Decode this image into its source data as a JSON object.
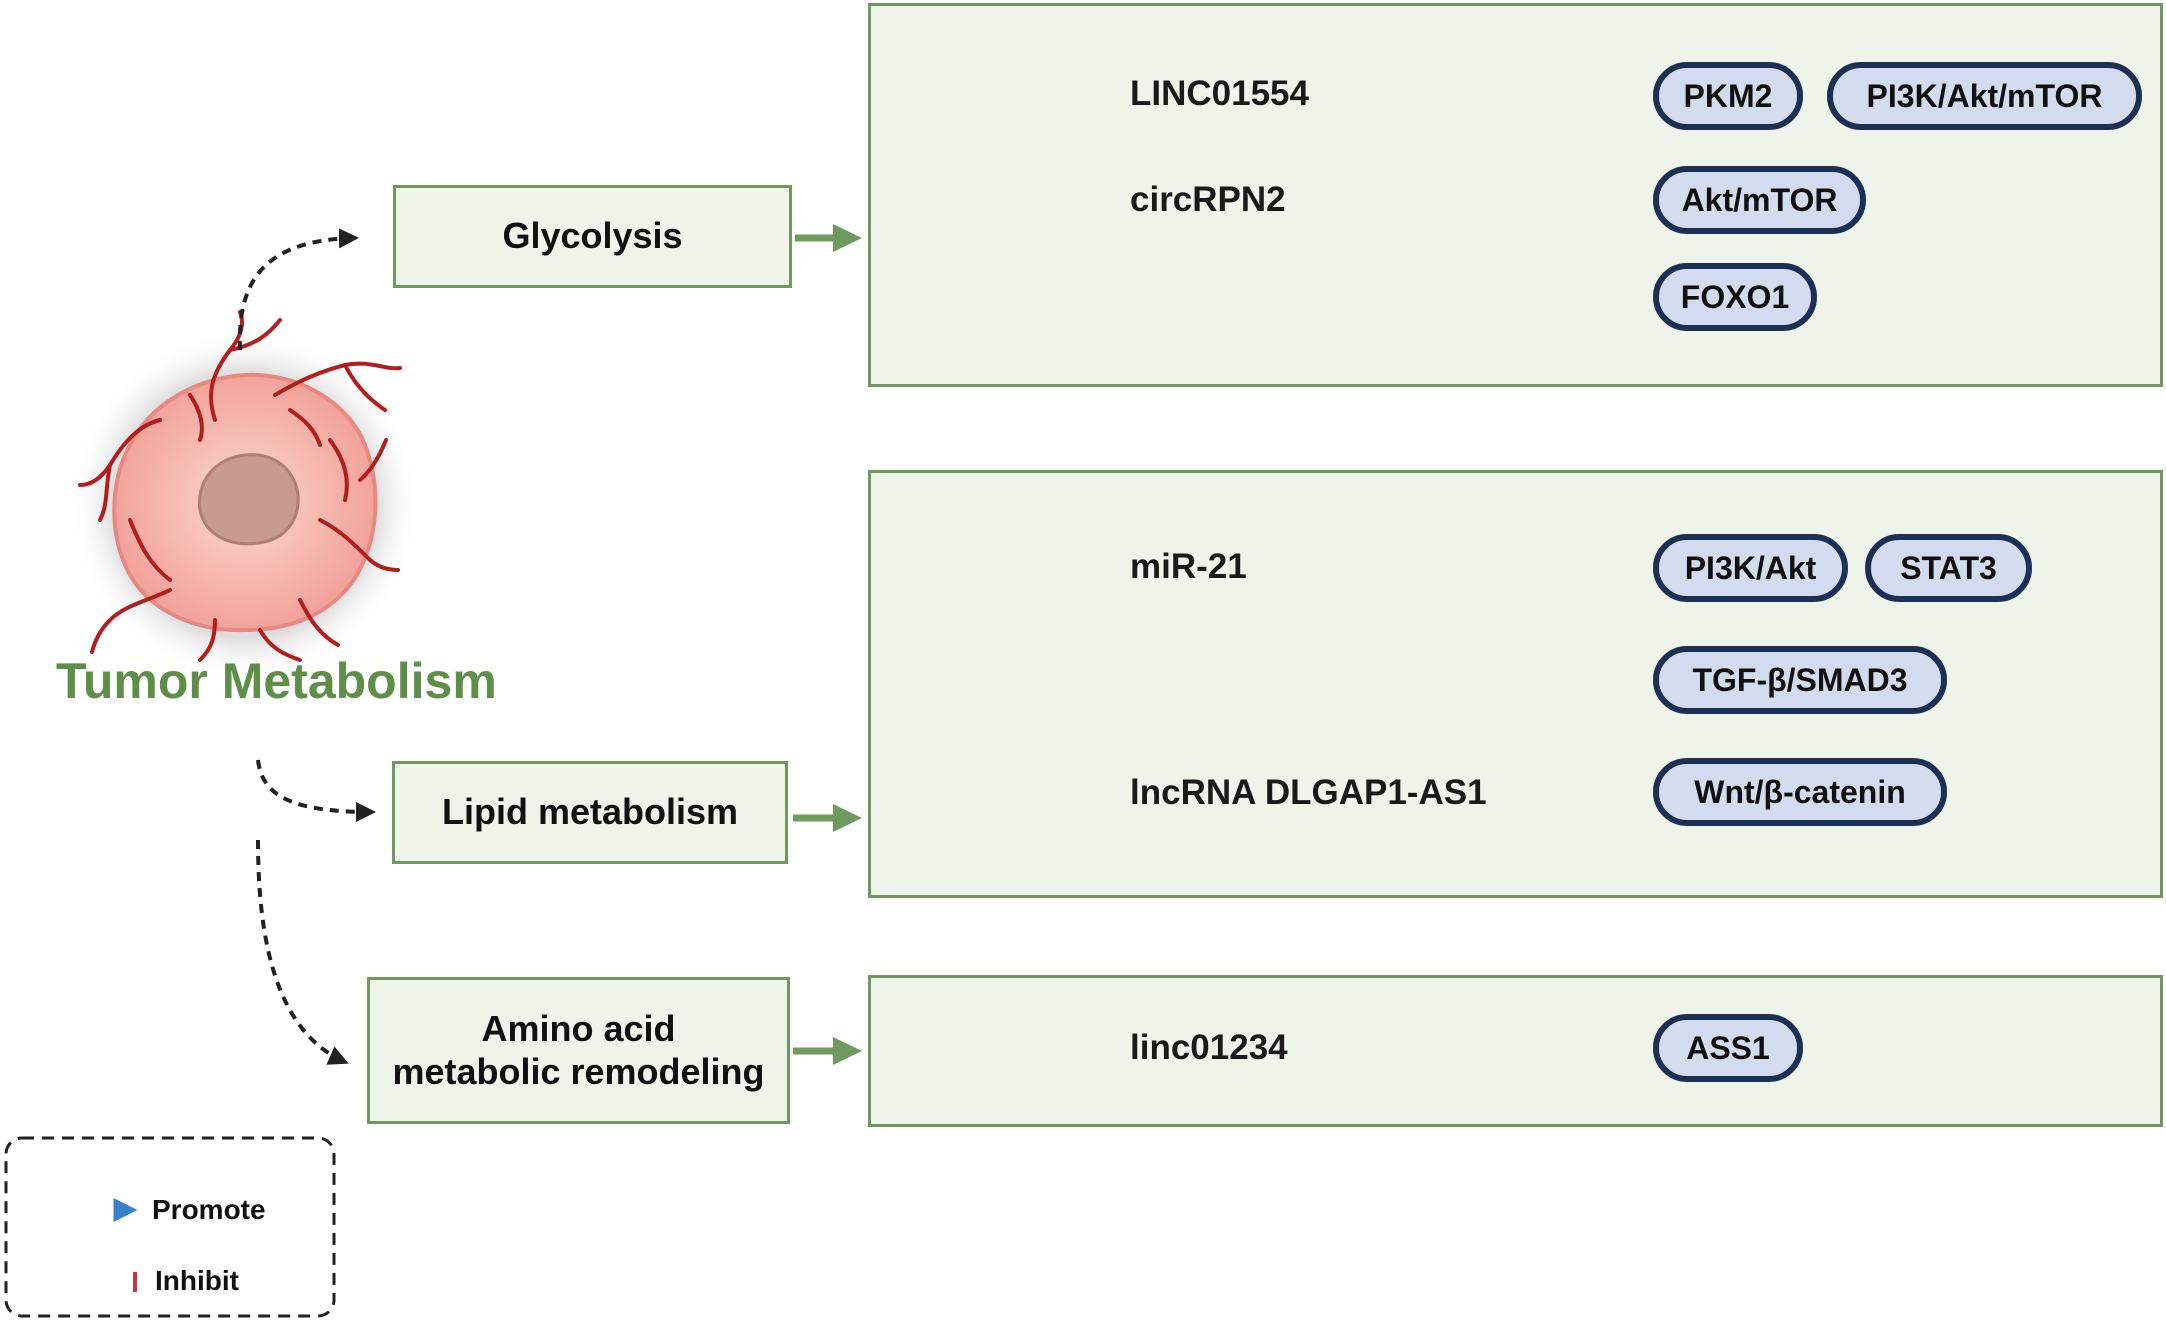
{
  "title": "Tumor Metabolism",
  "categories": {
    "glycolysis": "Glycolysis",
    "lipid": "Lipid metabolism",
    "amino_line1": "Amino acid",
    "amino_line2": "metabolic remodeling"
  },
  "glycolysis_panel": {
    "rnas": [
      "LINC01554",
      "circRPN2"
    ],
    "targets": [
      "PKM2",
      "PI3K/Akt/mTOR",
      "Akt/mTOR",
      "FOXO1"
    ]
  },
  "lipid_panel": {
    "rnas": [
      "miR-21",
      "lncRNA DLGAP1-AS1"
    ],
    "targets": [
      "PI3K/Akt",
      "STAT3",
      "TGF-β/SMAD3",
      "Wnt/β-catenin"
    ]
  },
  "amino_panel": {
    "rnas": [
      "linc01234"
    ],
    "targets": [
      "ASS1"
    ]
  },
  "legend": {
    "promote": "Promote",
    "inhibit": "Inhibit"
  },
  "colors": {
    "promote": "#3a7fc9",
    "inhibit": "#c0373a",
    "category_border": "#6f9a5d",
    "category_fill": "#eef4ea",
    "pill_border": "#1c2f55",
    "pill_fill": "#d3dbee",
    "title": "#5e8e47"
  }
}
